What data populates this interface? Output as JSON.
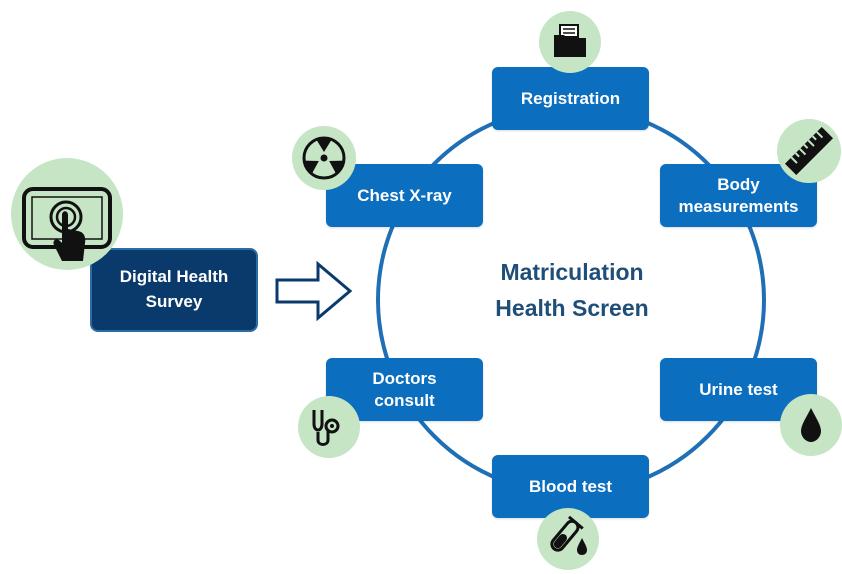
{
  "survey": {
    "label": "Digital Health\nSurvey"
  },
  "center": {
    "line1": "Matriculation",
    "line2": "Health Screen"
  },
  "steps": [
    {
      "label": "Registration",
      "icon": "folder-icon"
    },
    {
      "label": "Body\nmeasurements",
      "icon": "ruler-icon"
    },
    {
      "label": "Urine test",
      "icon": "drop-icon"
    },
    {
      "label": "Blood test",
      "icon": "test-tube-icon"
    },
    {
      "label": "Doctors\nconsult",
      "icon": "stethoscope-icon"
    },
    {
      "label": "Chest X-ray",
      "icon": "radiation-icon"
    }
  ],
  "colors": {
    "box": "#0B6EBE",
    "survey_box": "#0A3A6B",
    "circle": "#1E6FB5",
    "icon_bg": "#C5E5C5",
    "title": "#1F4E79"
  }
}
